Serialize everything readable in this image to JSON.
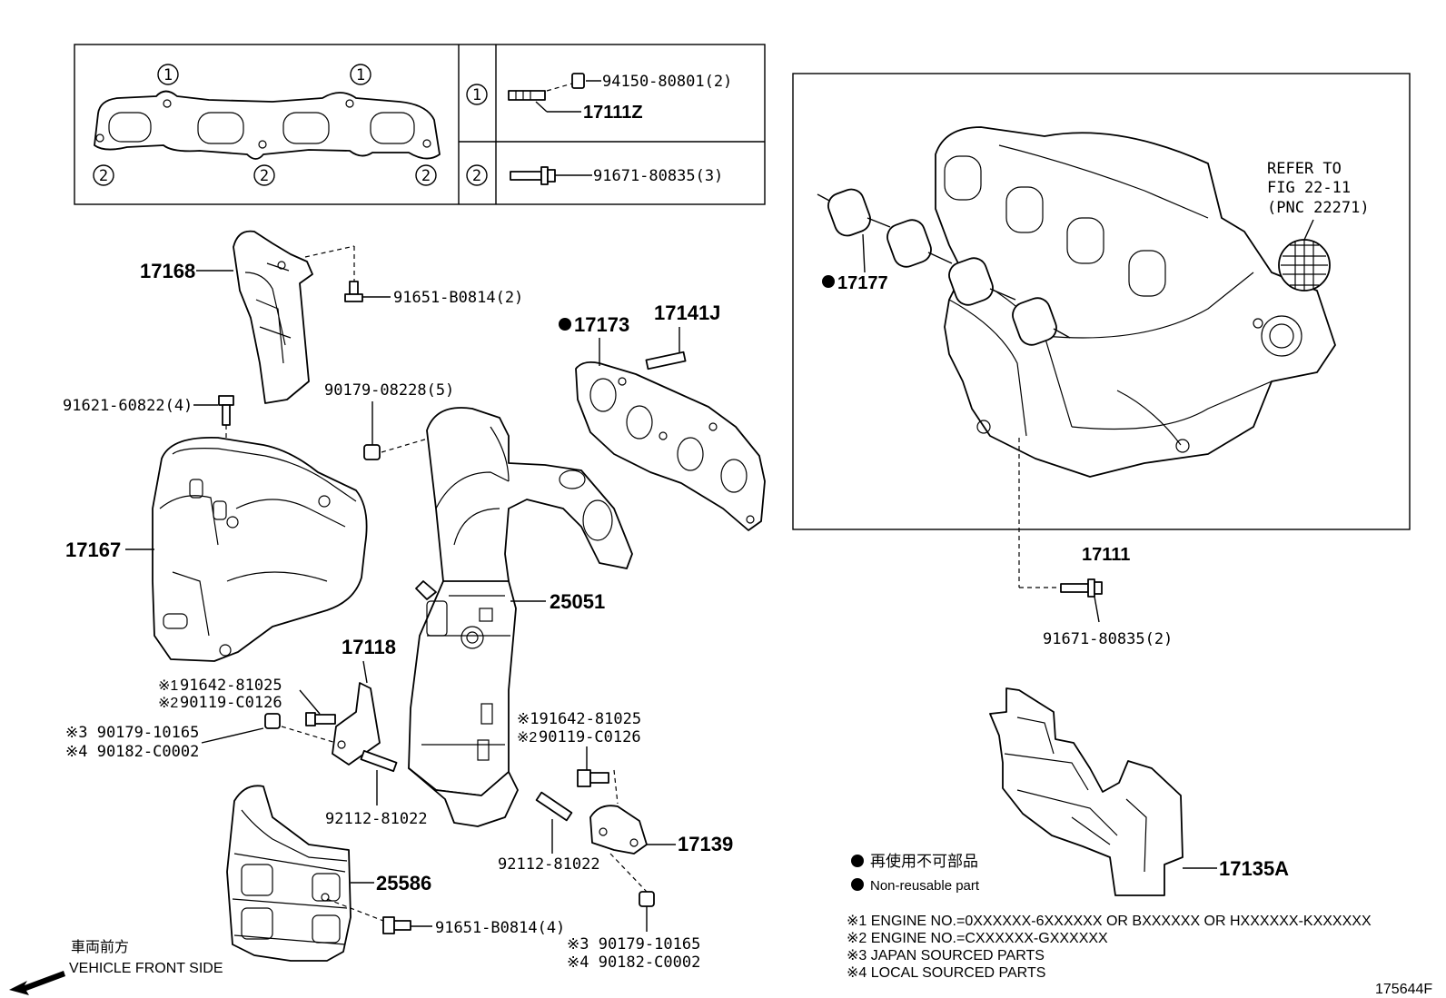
{
  "inset": {
    "row1": {
      "marker": "1",
      "nut": "94150-80801(2)",
      "stud": "17111Z"
    },
    "row2": {
      "marker": "2",
      "bolt": "91671-80835(3)"
    },
    "gasket_markers": [
      "1",
      "1",
      "2",
      "2",
      "2"
    ]
  },
  "intake_box": {
    "refer_line1": "REFER TO",
    "refer_line2": "FIG 22-11",
    "refer_line3": "(PNC 22271)",
    "gasket": "17177",
    "manifold": "17111",
    "bolt": "91671-80835(2)"
  },
  "parts": {
    "p17168": "17168",
    "p91651a": "91651-B0814(2)",
    "p17173": "17173",
    "p17141j": "17141J",
    "p91621": "91621-60822(4)",
    "p90179a": "90179-08228(5)",
    "p17167": "17167",
    "p25051": "25051",
    "p17118": "17118",
    "n1a_mark": "※1",
    "n1a": "91642-81025",
    "n2a_mark": "※2",
    "n2a": "90119-C0126",
    "n3a": "※3 90179-10165",
    "n4a": "※4 90182-C0002",
    "n1b": "※191642-81025",
    "n2b_mark": "※2",
    "n2b": "90119-C0126",
    "p92112a": "92112-81022",
    "p92112b": "92112-81022",
    "p17139": "17139",
    "p25586": "25586",
    "p91651b": "91651-B0814(4)",
    "n3b": "※3 90179-10165",
    "n4b": "※4 90182-C0002",
    "p17135a": "17135A"
  },
  "legend": {
    "jp": "再使用不可部品",
    "en": "Non-reusable part"
  },
  "notes": [
    "※1 ENGINE NO.=0XXXXXX-6XXXXXX OR BXXXXXX OR HXXXXXX-KXXXXXX",
    "※2 ENGINE NO.=CXXXXXX-GXXXXXX",
    "※3 JAPAN SOURCED PARTS",
    "※4 LOCAL SOURCED PARTS"
  ],
  "front": {
    "jp": "車両前方",
    "en": "VEHICLE FRONT SIDE"
  },
  "figure_id": "175644F"
}
